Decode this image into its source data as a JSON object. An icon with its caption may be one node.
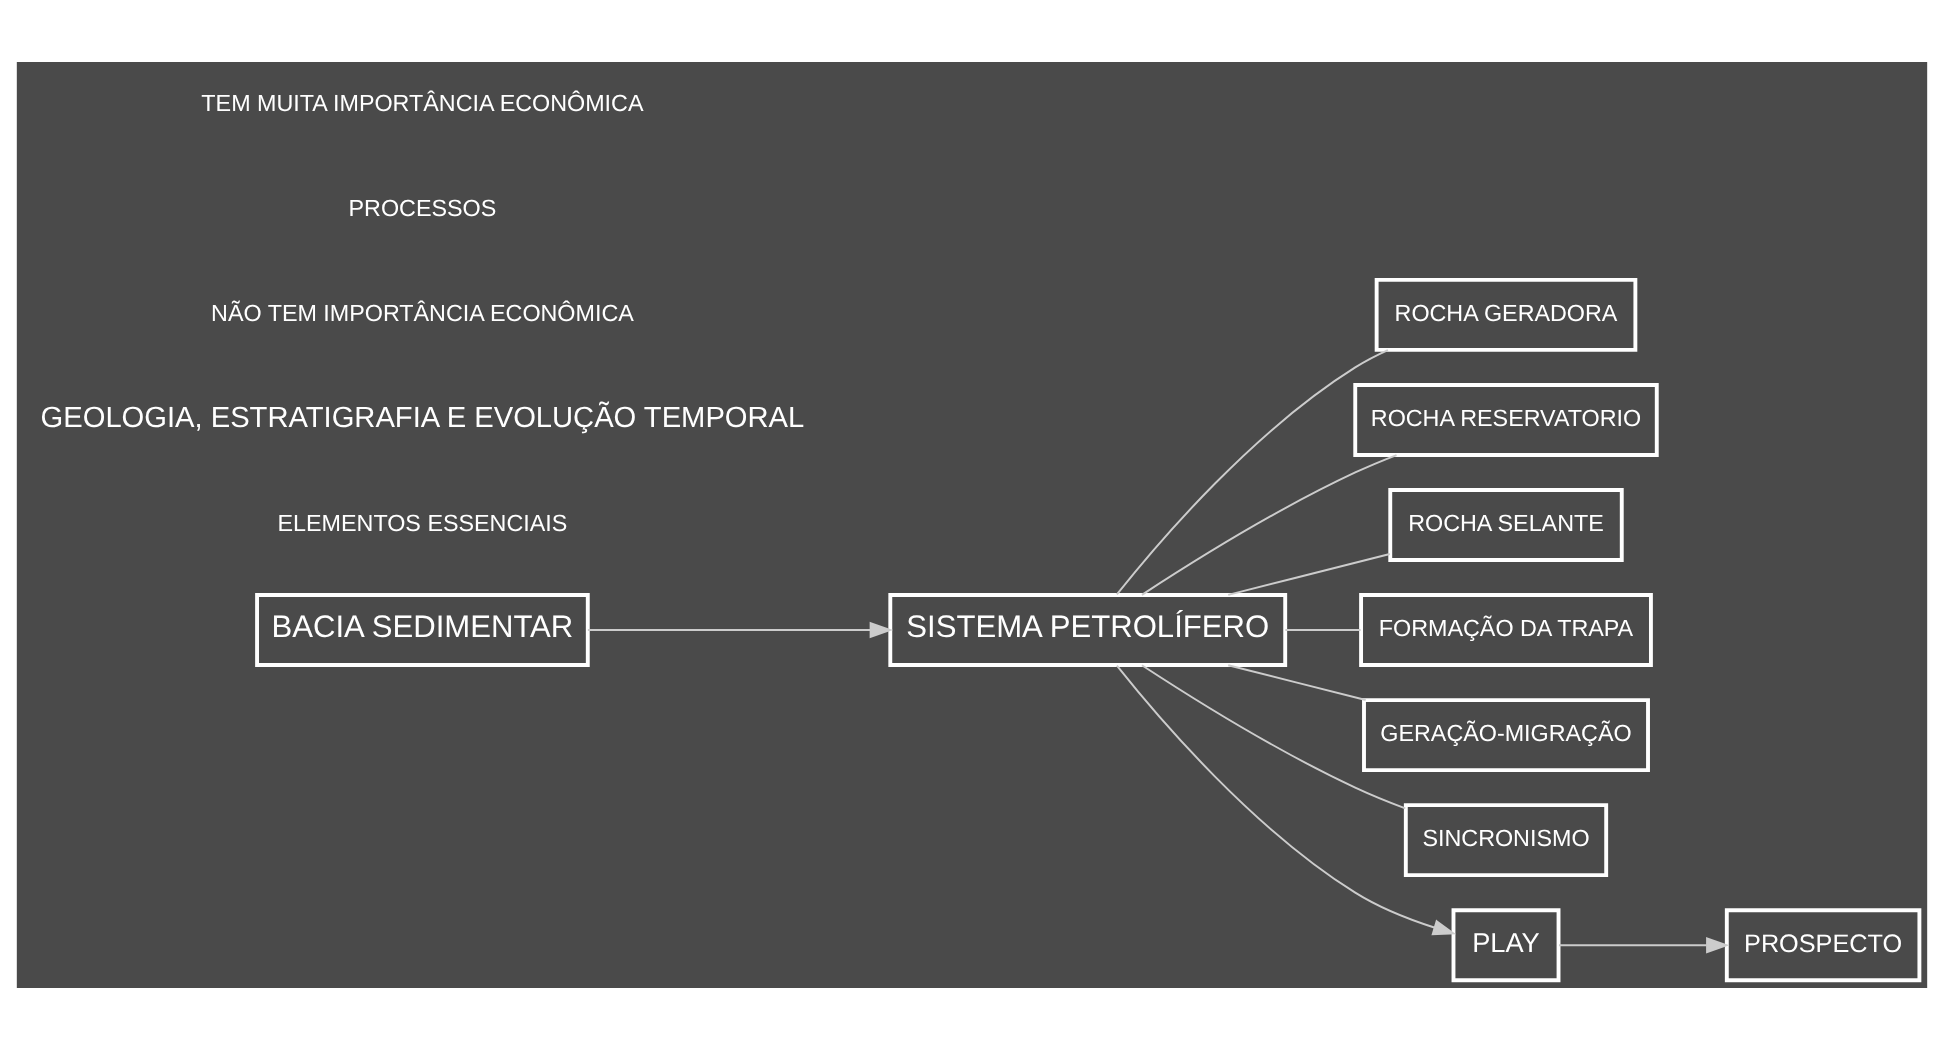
{
  "diagram": {
    "nodes": [
      {
        "text": [
          "BACIA SEDIMENTAR"
        ]
      },
      {
        "text": [
          "SISTEMA PETROLÍFERO"
        ]
      },
      {
        "text": [
          "ROCHA GERADORA"
        ]
      },
      {
        "text": [
          "ROCHA RESERVATORIO"
        ]
      },
      {
        "text": [
          "ROCHA SELANTE"
        ]
      },
      {
        "text": [
          "FORMAÇÃO DA TRAPA"
        ]
      },
      {
        "text": [
          "GERAÇÃO-MIGRAÇÃO"
        ]
      },
      {
        "text": [
          "SINCRONISMO"
        ]
      },
      {
        "text": [
          "PLAY"
        ]
      },
      {
        "text": [
          "PROSPECTO"
        ]
      }
    ],
    "edges": [
      {
        "from": 0,
        "to": 1,
        "arrow": "to"
      },
      {
        "from": 1,
        "to": 2,
        "arrow": "none"
      },
      {
        "from": 1,
        "to": 3,
        "arrow": "none"
      },
      {
        "from": 1,
        "to": 4,
        "arrow": "none"
      },
      {
        "from": 1,
        "to": 5,
        "arrow": "none"
      },
      {
        "from": 1,
        "to": 6,
        "arrow": "none"
      },
      {
        "from": 1,
        "to": 7,
        "arrow": "none"
      },
      {
        "from": 1,
        "to": 8,
        "arrow": "to"
      },
      {
        "from": 8,
        "to": 9,
        "arrow": "to"
      }
    ],
    "labels": [
      "ELEMENTOS ESSENCIAIS",
      "GEOLOGIA, ESTRATIGRAFIA E EVOLUÇÃO TEMPORAL",
      "NÃO TEM IMPORTÂNCIA ECONÔMICA",
      "PROCESSOS",
      "TEM MUITA IMPORTÂNCIA ECONÔMICA"
    ]
  }
}
